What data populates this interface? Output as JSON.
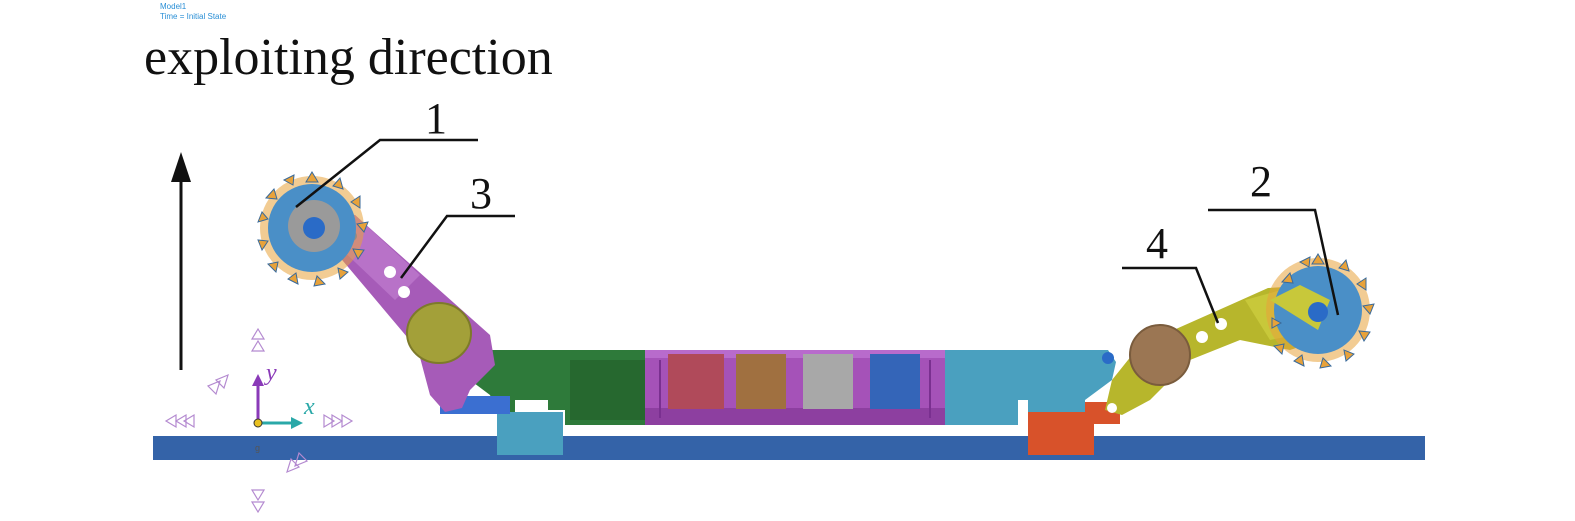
{
  "model": {
    "name": "Model1",
    "time": "Time  =  Initial State"
  },
  "title": "exploiting direction",
  "callouts": {
    "c1": "1",
    "c2": "2",
    "c3": "3",
    "c4": "4"
  },
  "axes": {
    "y": "y",
    "x": "x",
    "g": "g"
  },
  "colors": {
    "ground": "#3463a8",
    "drum": "#4a8fc7",
    "teeth": "#e8a23a",
    "left_arm": "#a65bb8",
    "right_arm": "#b7b62c",
    "green_body": "#2e7a3a",
    "purple_body": "#9c4fb1",
    "cyan_body": "#4aa0bf",
    "orange_shoe": "#d8522a",
    "olive_hub": "#a3a039",
    "tan_hub": "#9b7653"
  }
}
